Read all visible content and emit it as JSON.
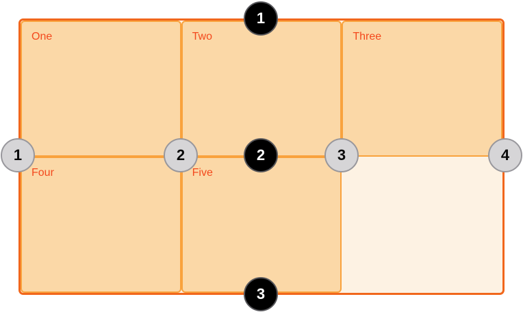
{
  "diagram": {
    "name": "css-grid-lines-diagram",
    "cells": [
      {
        "label": "One"
      },
      {
        "label": "Two"
      },
      {
        "label": "Three"
      },
      {
        "label": "Four"
      },
      {
        "label": "Five"
      }
    ],
    "row_lines": [
      {
        "number": "1"
      },
      {
        "number": "2"
      },
      {
        "number": "3"
      }
    ],
    "column_lines": [
      {
        "number": "1"
      },
      {
        "number": "2"
      },
      {
        "number": "3"
      },
      {
        "number": "4"
      }
    ],
    "colors": {
      "page_background": "#FFFFFF",
      "container_border": "#F1671C",
      "container_background": "#FDF2E3",
      "cell_background": "#FBD8A7",
      "cell_border": "#F9A23D",
      "cell_label": "#F3491D",
      "row_marker_background": "#000000",
      "row_marker_border": "#56565A",
      "row_marker_text": "#FFFFFF",
      "column_marker_background": "#D6D5D7",
      "column_marker_border": "#98979C",
      "column_marker_text": "#0A0A0A"
    }
  }
}
